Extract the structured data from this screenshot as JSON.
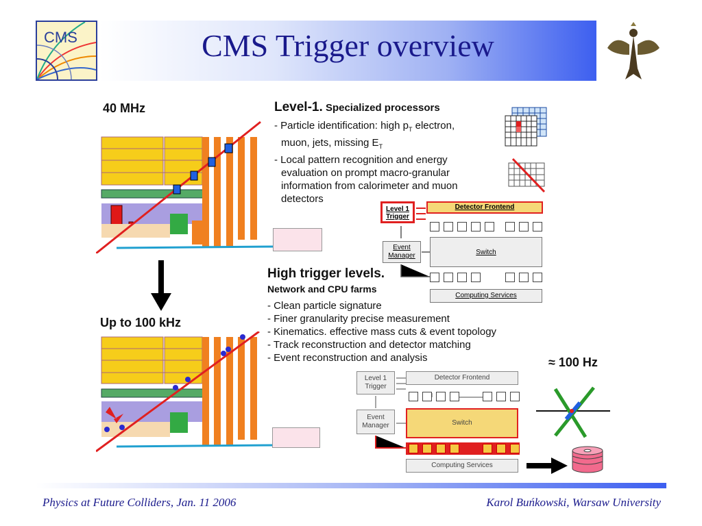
{
  "slide": {
    "title": "CMS Trigger overview",
    "logo_left_text": "CMS",
    "footer_left": "Physics at Future Colliders, Jan. 11 2006",
    "footer_right": "Karol Buńkowski, Warsaw University"
  },
  "level1": {
    "rate": "40 MHz",
    "heading_main": "Level-1.",
    "heading_sub": "Specialized processors",
    "bullets": [
      "- Particle identification:  high p",
      "T",
      " electron,",
      "muon, jets,  missing E",
      "T",
      "- Local pattern recognition and energy",
      "evaluation  on prompt  macro-granular",
      "information from calorimeter and muon",
      "detectors"
    ],
    "diagram": {
      "trigger": "Level 1 Trigger",
      "frontend": "Detector Frontend",
      "manager": "Event Manager",
      "switch": "Switch",
      "computing": "Computing Services"
    }
  },
  "high_level": {
    "rate": "Up to 100 kHz",
    "heading": "High trigger levels.",
    "subheading": "Network and CPU farms",
    "bullets": [
      "- Clean particle signature",
      "- Finer granularity precise measurement",
      "- Kinematics. effective mass cuts & event topology",
      "- Track reconstruction and detector matching",
      "- Event reconstruction and analysis"
    ],
    "output_rate": "≈ 100 Hz",
    "diagram": {
      "trigger": "Level 1 Trigger",
      "frontend": "Detector Frontend",
      "manager": "Event Manager",
      "switch": "Switch",
      "computing": "Computing Services"
    }
  },
  "colors": {
    "title": "#1a1a8c",
    "highlight_red": "#e02020",
    "highlight_yellow": "#f5c842"
  }
}
